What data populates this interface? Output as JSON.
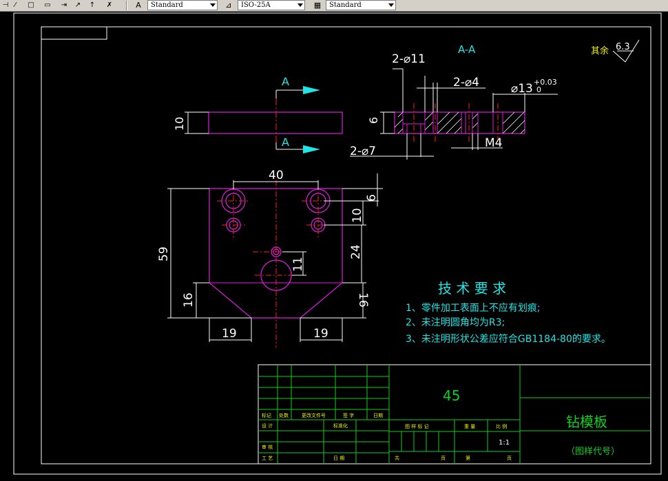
{
  "toolbar": {
    "text_style": "Standard",
    "dim_style": "ISO-25A",
    "table_style": "Standard"
  },
  "view": {
    "section_label": "A-A",
    "cut_letter_top": "A",
    "cut_letter_bottom": "A"
  },
  "roughness": {
    "label": "其余",
    "value": "6.3"
  },
  "dims": {
    "side_thickness": "10",
    "top_width": "40",
    "height_total": "59",
    "edge_6": "6",
    "spacing_10": "10",
    "spacing_24": "24",
    "spacing_11": "11",
    "left_16": "16",
    "right_16": "16",
    "bottom_left_19": "19",
    "bottom_right_19": "19",
    "sec_hole_11": "2-⌀11",
    "sec_hole_4": "2-⌀4",
    "sec_hole_13": "⌀13",
    "sec_tol_plus": "+0.03",
    "sec_tol_minus": "0",
    "sec_thick_6": "6",
    "sec_hole_7": "2-⌀7",
    "sec_thread": "M4"
  },
  "tech": {
    "title": "技 术 要 求",
    "line1": "1、零件加工表面上不应有划痕;",
    "line2": "2、未注明圆角均为R3;",
    "line3": "3、未注明形状公差应符合GB1184-80的要求。"
  },
  "titleblock": {
    "material": "45",
    "part_name": "钻模板",
    "drawing_code": "（图样代号）",
    "scale": "1:1",
    "row_mark": "标记",
    "row_count": "处数",
    "row_doc": "更改文件号",
    "row_sign": "签  字",
    "row_date": "日期",
    "design": "设  计",
    "standard": "标准化",
    "review": "审  核",
    "process": "工  艺",
    "date2": "日  期",
    "stage_mark": "图 样 标 记",
    "weight": "重  量",
    "ratio": "比  例",
    "total": "共",
    "page1": "页",
    "page_no": "第",
    "page2": "页"
  },
  "colors": {
    "magenta": "#e01ee0",
    "red": "#ff2020",
    "white": "#ffffff",
    "cyan": "#22e5e5",
    "green": "#10d020"
  }
}
